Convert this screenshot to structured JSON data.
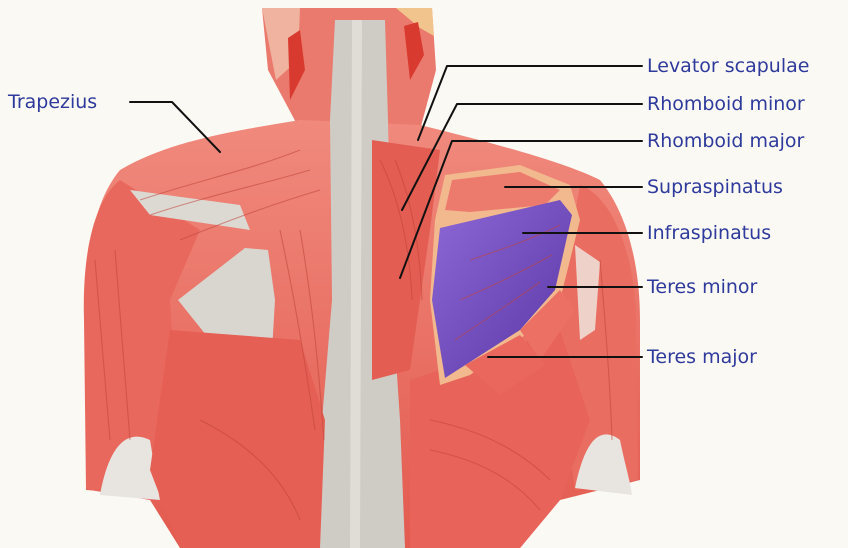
{
  "colors": {
    "background": "#fbf9f4",
    "muscle": "#e8675c",
    "muscle_light": "#f19a8f",
    "bone": "#d9d6d0",
    "tendon": "#f2b98e",
    "infraspinatus_highlight": "#6e4bb8",
    "label_text": "#2e3a9c",
    "leader_line": "#111111"
  },
  "labels": {
    "trapezius": "Trapezius",
    "levator_scapulae": "Levator scapulae",
    "rhomboid_minor": "Rhomboid minor",
    "rhomboid_major": "Rhomboid major",
    "supraspinatus": "Supraspinatus",
    "infraspinatus": "Infraspinatus",
    "teres_minor": "Teres minor",
    "teres_major": "Teres major"
  }
}
